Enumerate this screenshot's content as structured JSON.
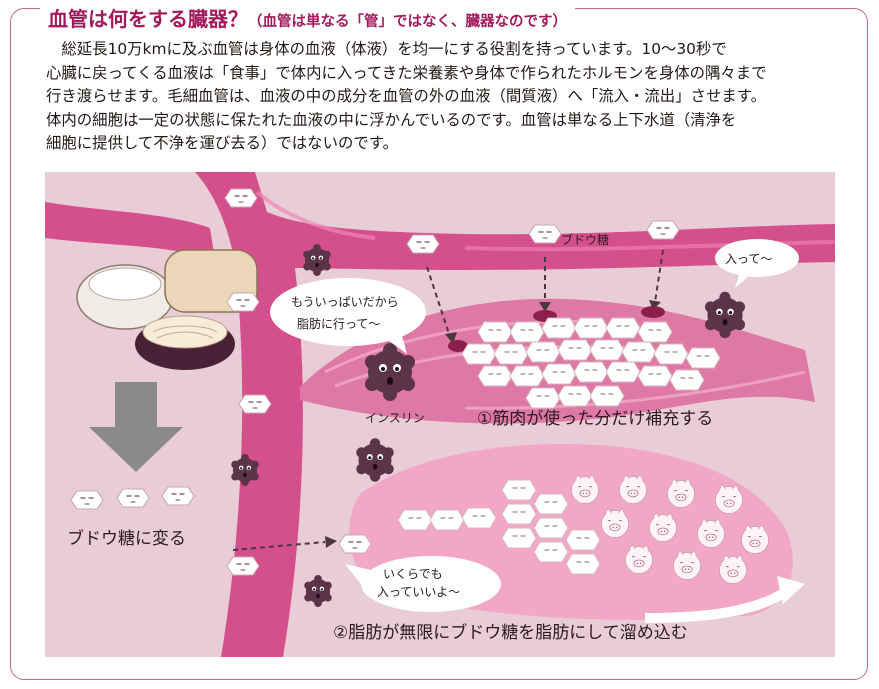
{
  "header": {
    "title": "血管は何をする臓器？",
    "subtitle": "（血管は単なる「管」ではなく、臓器なのです）"
  },
  "body": {
    "lines": [
      "総延長10万kmに及ぶ血管は身体の血液（体液）を均一にする役割を持っています。10～30秒で",
      "心臓に戻ってくる血液は「食事」で体内に入ってきた栄養素や身体で作られたホルモンを身体の隅々まで",
      "行き渡らせます。毛細血管は、血液の中の成分を血管の外の血液（間質液）へ「流入・流出」させます。",
      "体内の細胞は一定の状態に保たれた血液の中に浮かんでいるのです。血管は単なる上下水道（清浄を",
      "細胞に提供して不浄を運び去る）ではないのです。"
    ]
  },
  "illustration": {
    "glucose_label": "ブドウ糖",
    "bubble_enter": "入って～",
    "bubble_full": [
      "もういっぱいだから",
      "脂肪に行って～"
    ],
    "insulin_label": "インスリン",
    "muscle_caption": "①筋肉が使った分だけ補充する",
    "glucose_convert": "ブドウ糖に変る",
    "bubble_more": [
      "いくらでも",
      "入っていいよ～"
    ],
    "fat_caption": "②脂肪が無限にブドウ糖を脂肪にして溜め込む"
  },
  "colors": {
    "accent": "#a3195b",
    "vessel": "#d4508c",
    "background_panel": "#e8ccd6",
    "insulin": "#5c3448"
  }
}
